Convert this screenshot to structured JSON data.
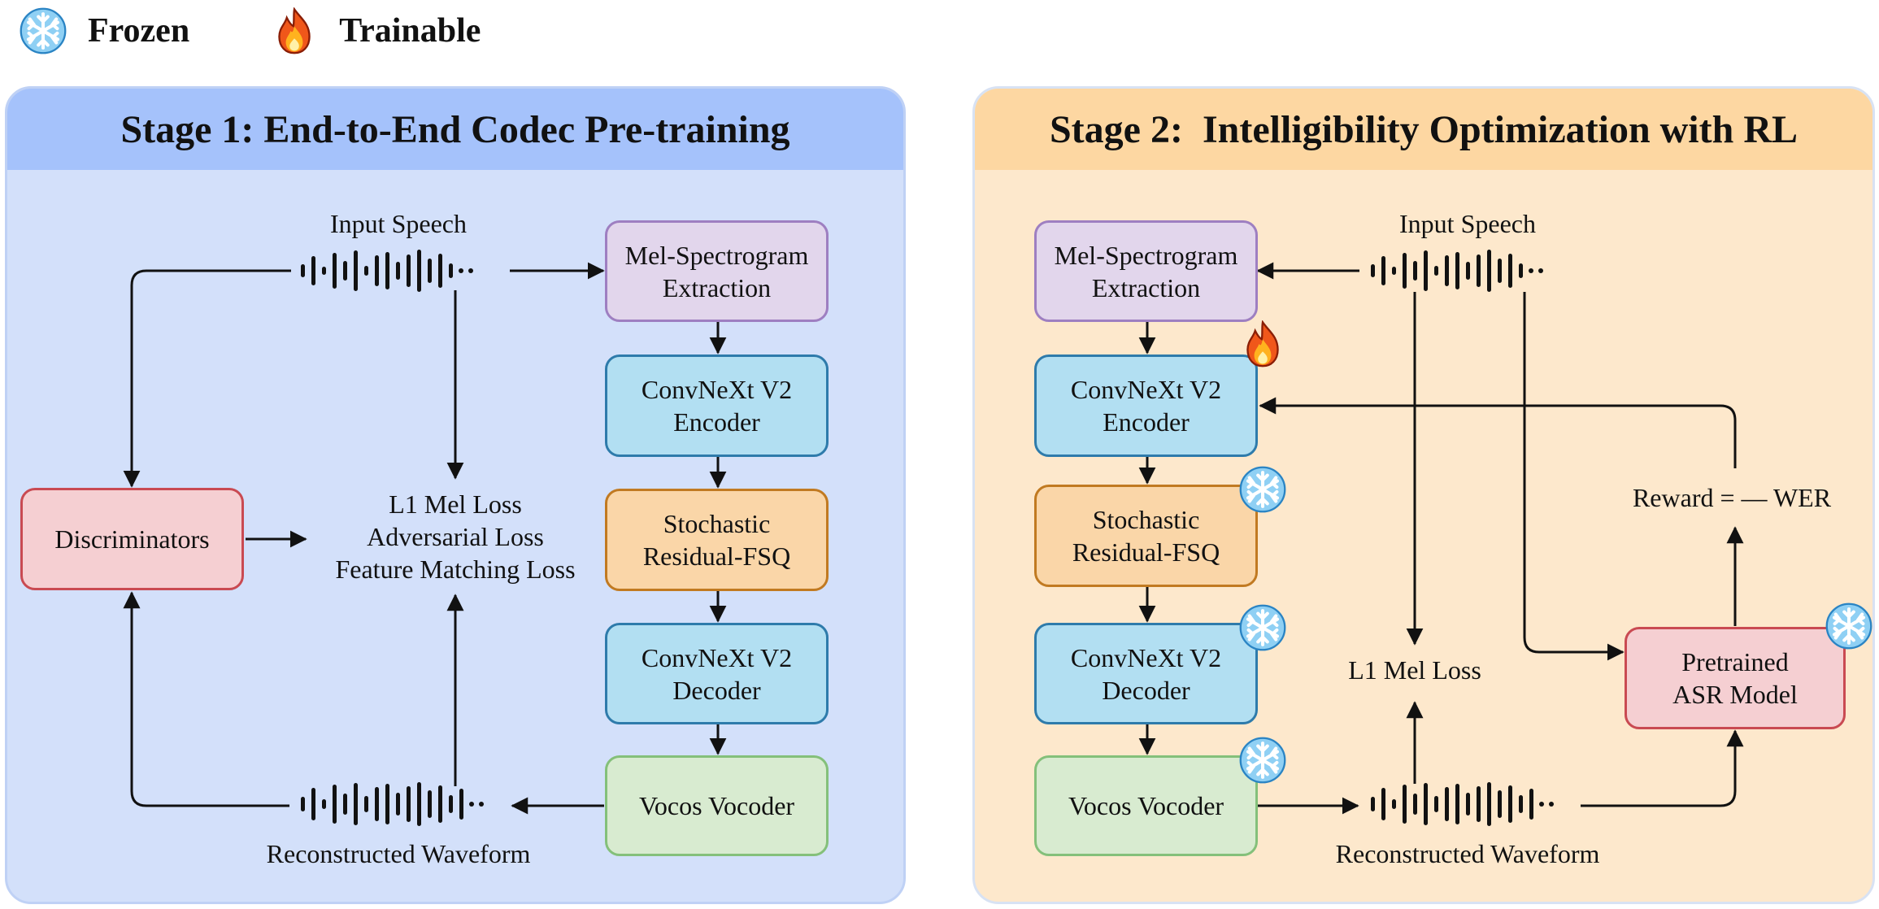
{
  "legend": {
    "frozen": "Frozen",
    "trainable": "Trainable"
  },
  "stage1": {
    "title": "Stage 1: End-to-End Codec Pre-training",
    "input_speech": "Input Speech",
    "mel": "Mel-Spectrogram\nExtraction",
    "encoder": "ConvNeXt V2\nEncoder",
    "fsq": "Stochastic\nResidual-FSQ",
    "decoder": "ConvNeXt V2\nDecoder",
    "vocoder": "Vocos Vocoder",
    "discriminators": "Discriminators",
    "losses": "L1 Mel Loss\nAdversarial Loss\nFeature Matching Loss",
    "reconstructed": "Reconstructed Waveform"
  },
  "stage2": {
    "title": "Stage 2:  Intelligibility Optimization with RL",
    "input_speech": "Input Speech",
    "mel": "Mel-Spectrogram\nExtraction",
    "encoder": "ConvNeXt V2\nEncoder",
    "fsq": "Stochastic\nResidual-FSQ",
    "decoder": "ConvNeXt V2\nDecoder",
    "vocoder": "Vocos Vocoder",
    "loss": "L1 Mel Loss",
    "reward": "Reward = — WER",
    "asr": "Pretrained\nASR Model",
    "reconstructed": "Reconstructed Waveform"
  },
  "icons": {
    "frozen": "snowflake-icon",
    "trainable": "fire-icon"
  },
  "colors": {
    "stage1_bg": "#d3e0fa",
    "stage1_header": "#a5c2fb",
    "stage2_bg": "#fde8cc",
    "stage2_header": "#fdd7a2",
    "mel": "#e2d6ec",
    "convnext": "#b2dff2",
    "fsq": "#fad6a8",
    "vocoder": "#d8ebd0",
    "discriminator_asr": "#f5cfd2",
    "snowflake": "#4aa8e0",
    "fire": "#f0571a"
  }
}
